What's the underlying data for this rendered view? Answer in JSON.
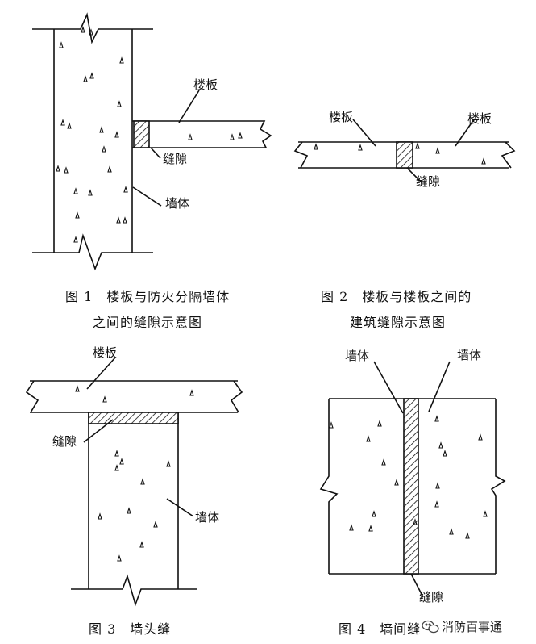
{
  "figures": [
    {
      "caption_line1": "图 1　楼板与防火分隔墙体",
      "caption_line2": "之间的缝隙示意图",
      "labels": {
        "slab": "楼板",
        "gap": "缝隙",
        "wall": "墙体"
      }
    },
    {
      "caption_line1": "图 2　楼板与楼板之间的",
      "caption_line2": "建筑缝隙示意图",
      "labels": {
        "slab_left": "楼板",
        "slab_right": "楼板",
        "gap": "缝隙"
      }
    },
    {
      "caption_line1": "图 3　墙头缝",
      "labels": {
        "slab": "楼板",
        "gap": "缝隙",
        "wall": "墙体"
      }
    },
    {
      "caption_line1": "图 4　墙间缝",
      "labels": {
        "wall_left": "墙体",
        "wall_right": "墙体",
        "gap": "缝隙"
      }
    }
  ],
  "watermark": {
    "text": "消防百事通",
    "icon": "wechat-icon"
  }
}
